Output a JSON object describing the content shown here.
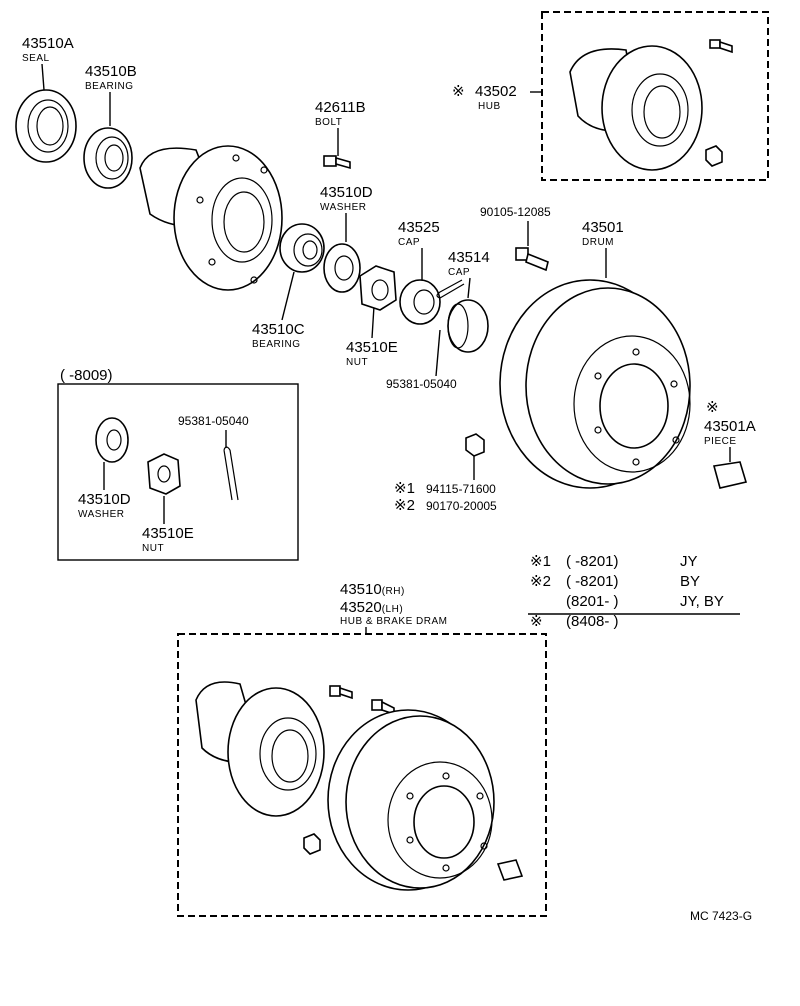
{
  "parts": {
    "seal": {
      "no": "43510A",
      "name": "SEAL"
    },
    "bearing_b": {
      "no": "43510B",
      "name": "BEARING"
    },
    "bolt": {
      "no": "42611B",
      "name": "BOLT"
    },
    "washer_d": {
      "no": "43510D",
      "name": "WASHER"
    },
    "hub": {
      "mark": "※",
      "no": "43502",
      "name": "HUB"
    },
    "cap_25": {
      "no": "43525",
      "name": "CAP"
    },
    "bolt_90105": {
      "no": "90105-12085"
    },
    "drum": {
      "no": "43501",
      "name": "DRUM"
    },
    "cap_14": {
      "no": "43514",
      "name": "CAP"
    },
    "bearing_c": {
      "no": "43510C",
      "name": "BEARING"
    },
    "nut_e": {
      "no": "43510E",
      "name": "NUT"
    },
    "pin": {
      "no": "95381-05040"
    },
    "piece": {
      "mark": "※",
      "no": "43501A",
      "name": "PIECE"
    },
    "nut_1": {
      "mark": "※1",
      "no": "94115-71600"
    },
    "nut_2": {
      "mark": "※2",
      "no": "90170-20005"
    }
  },
  "inset": {
    "title": "(     -8009)",
    "pin": "95381-05040",
    "washer": {
      "no": "43510D",
      "name": "WASHER"
    },
    "nut": {
      "no": "43510E",
      "name": "NUT"
    }
  },
  "notes": [
    {
      "mark": "※1",
      "range": "(      -8201)",
      "model": "JY"
    },
    {
      "mark": "※2",
      "range": "(      -8201)",
      "model": "BY"
    },
    {
      "mark": "",
      "range": "(8201-      )",
      "model": "JY, BY"
    },
    {
      "mark": "※",
      "range": "(8408-      )",
      "model": ""
    }
  ],
  "assembly": {
    "no_rh": "43510",
    "rh": "(RH)",
    "no_lh": "43520",
    "lh": "(LH)",
    "name": "HUB & BRAKE DRAM"
  },
  "figure_code": "MC  7423-G"
}
